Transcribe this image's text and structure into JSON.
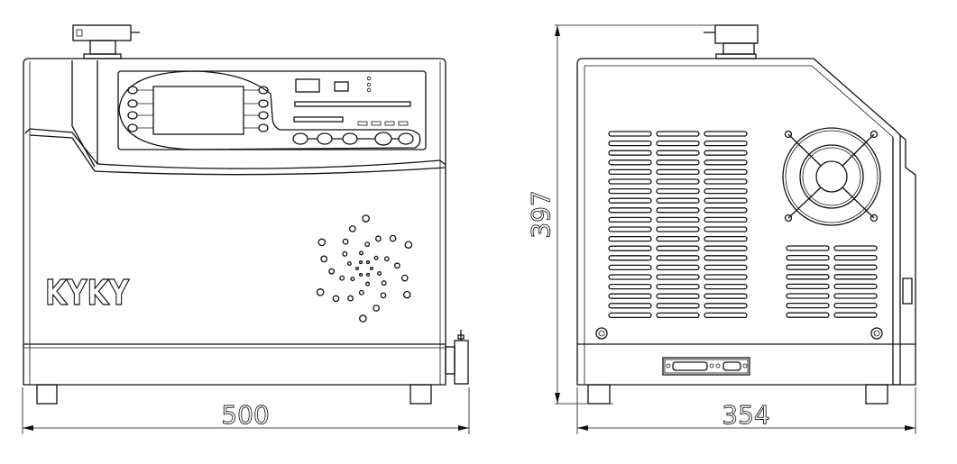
{
  "front_view": {
    "brand_logo": "KYKY",
    "width_dimension": "500"
  },
  "side_view": {
    "depth_dimension": "354",
    "height_dimension": "397"
  }
}
